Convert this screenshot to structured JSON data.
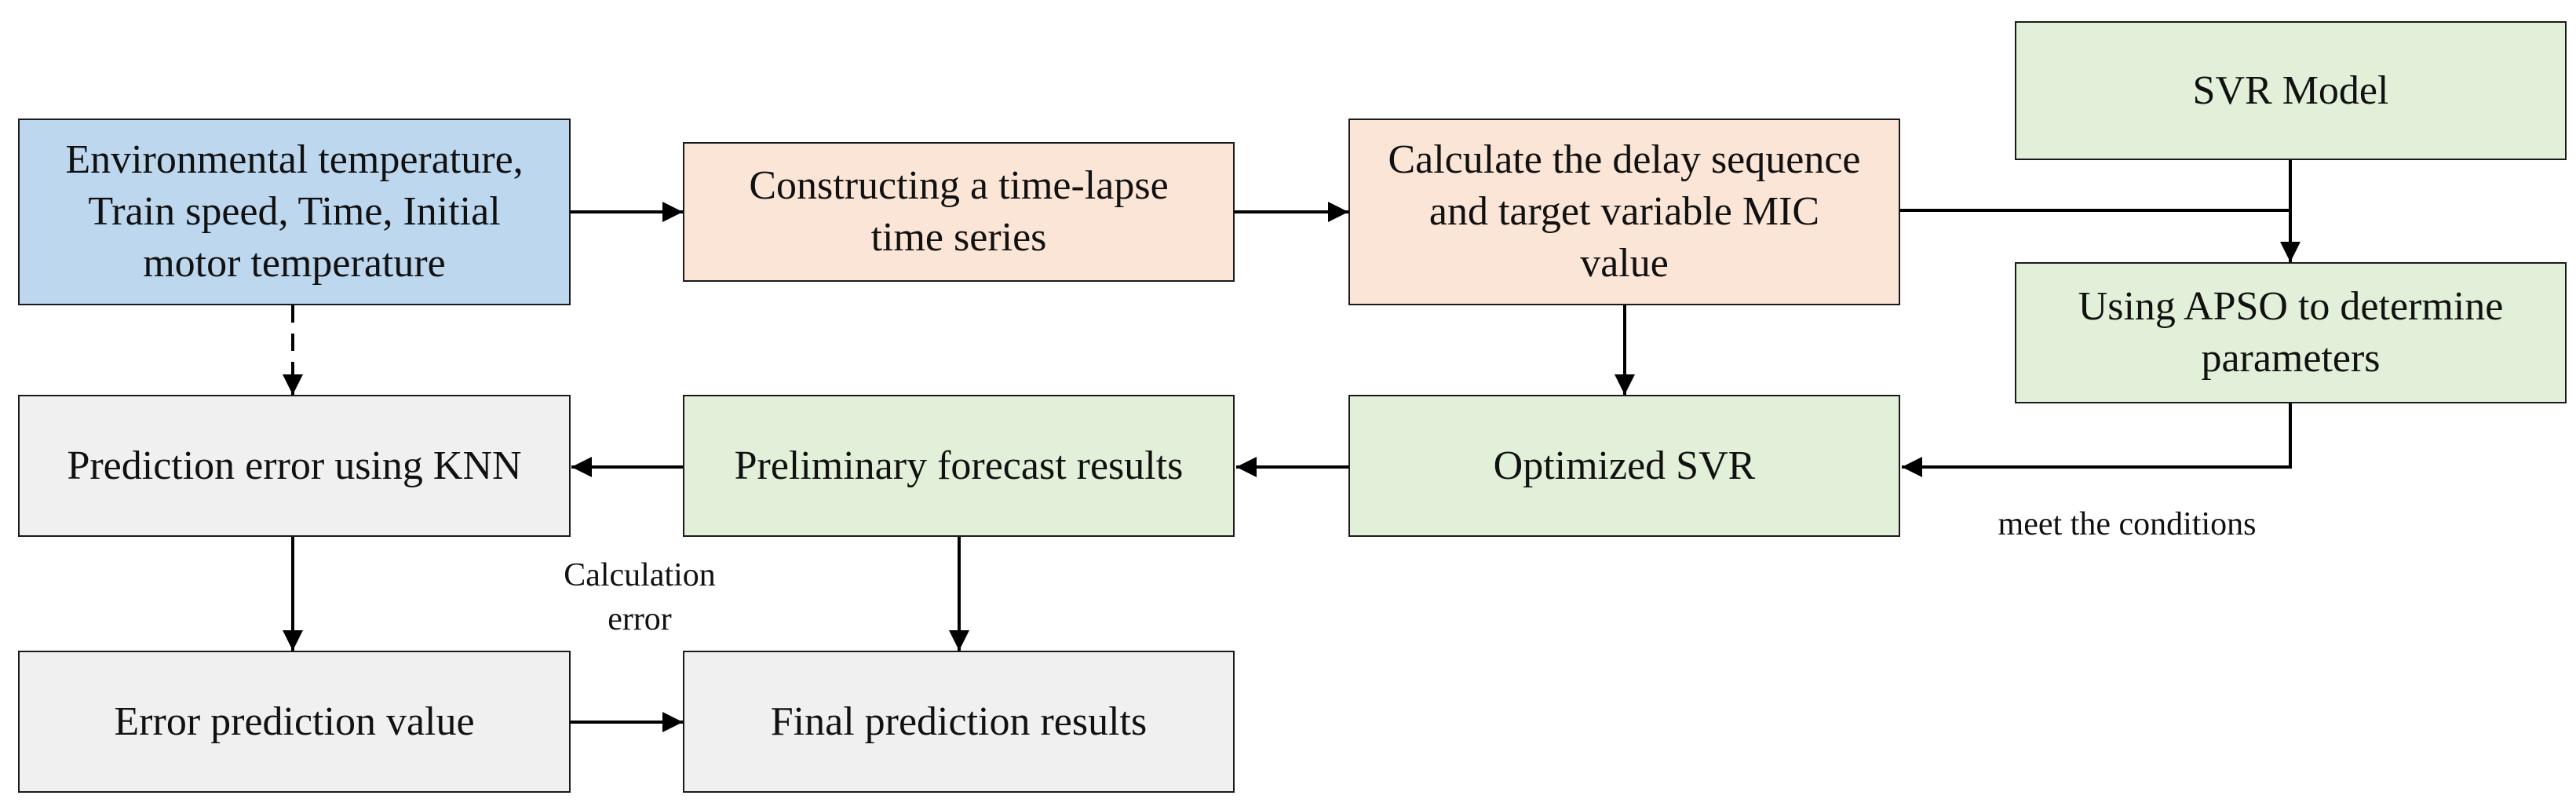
{
  "nodes": {
    "inputs": "Environmental temperature,\nTrain speed, Time, Initial\nmotor temperature",
    "time_series": "Constructing a time-lapse\ntime series",
    "mic": "Calculate the delay sequence\nand target variable MIC\nvalue",
    "svr_model": "SVR Model",
    "apso": "Using APSO to determine\nparameters",
    "optimized_svr": "Optimized SVR",
    "preliminary": "Preliminary forecast results",
    "knn": "Prediction error using KNN",
    "error_value": "Error prediction value",
    "final": "Final prediction results"
  },
  "edge_labels": {
    "meet_conditions": "meet the conditions",
    "calc_error": "Calculation\nerror"
  },
  "colors": {
    "input_fill": "#bdd7ee",
    "process_fill": "#fbe5d6",
    "model_fill": "#e2f0d9",
    "error_fill": "#f0f0f0",
    "stroke": "#1a1a1a"
  }
}
